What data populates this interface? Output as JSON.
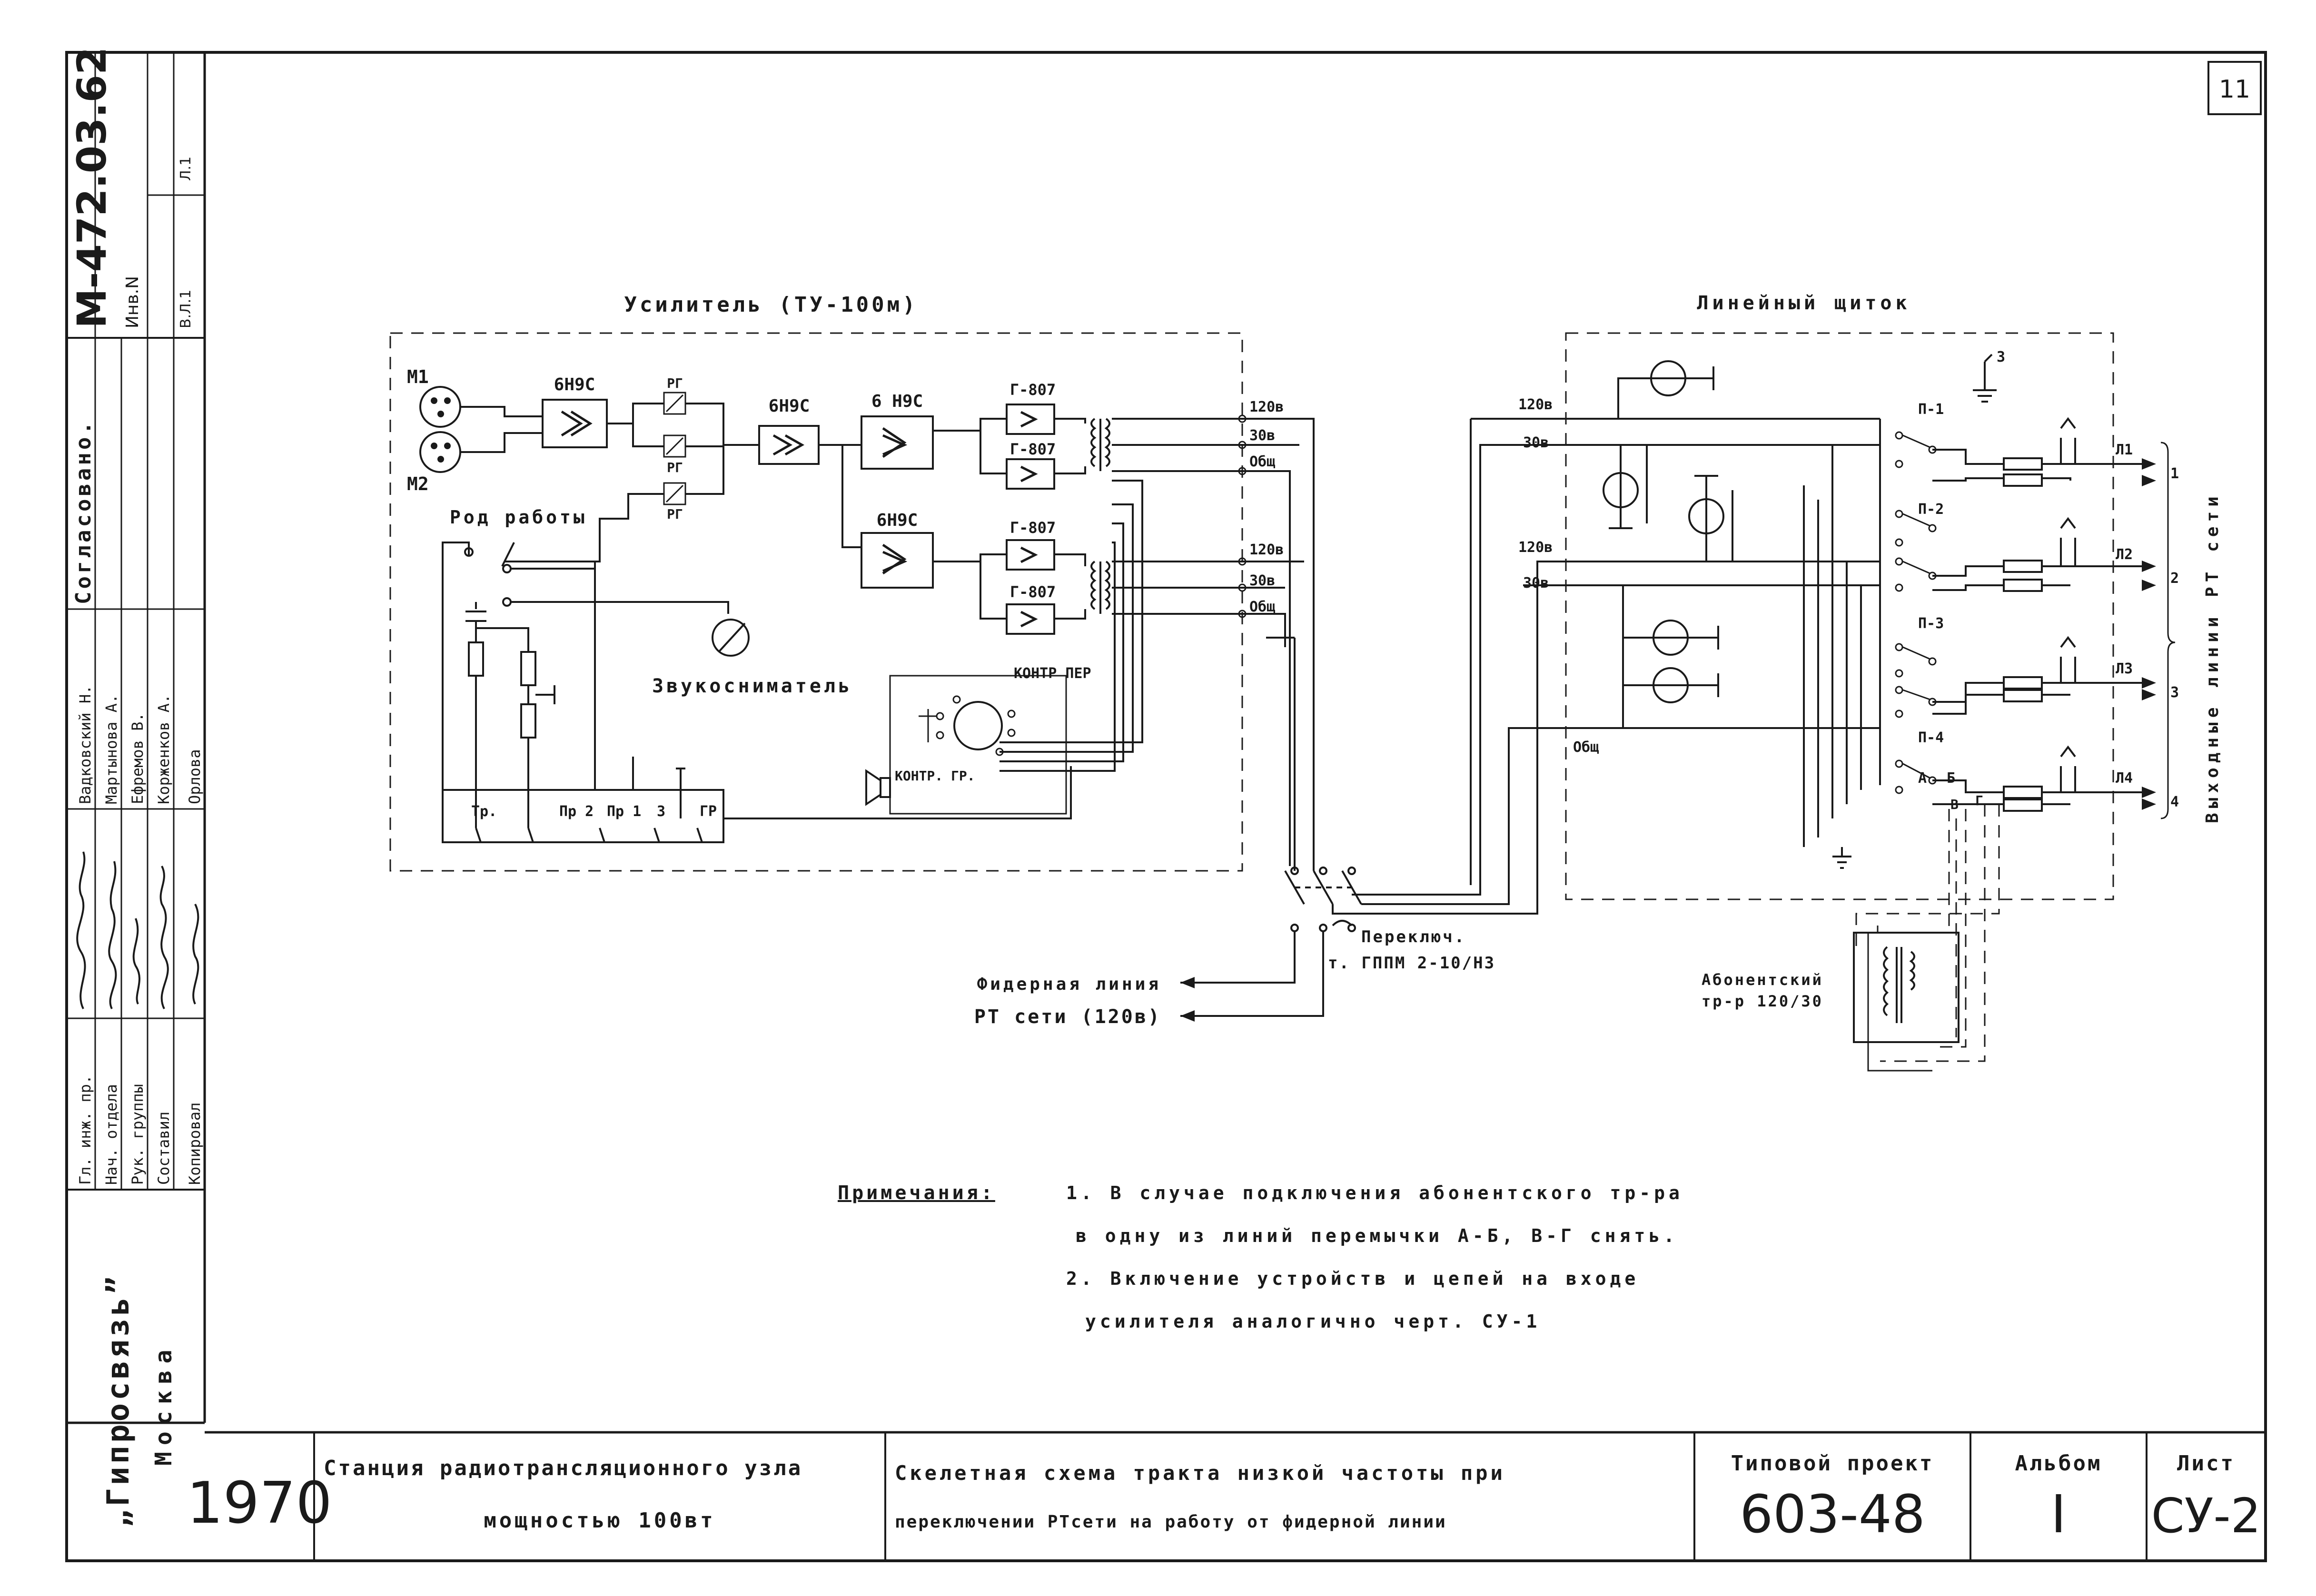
{
  "page_number": "11",
  "side_stamp": {
    "drawing_code": "М-472.03.62",
    "inv_label": "Инв.N",
    "sheet_b": "В.Л.1",
    "sheet_l": "Л.1",
    "approved_label": "Согласовано.",
    "roles": [
      "Гл. инж. пр.",
      "Нач. отдела",
      "Рук. группы",
      "Составил",
      "Копировал"
    ],
    "names": [
      "Вадковский Н.",
      "Мартынова А.",
      "Ефремов В.",
      "Корженков А.",
      "Орлова"
    ],
    "org": "„Гипросвязь”",
    "city": "Москва"
  },
  "title_block": {
    "year": "1970",
    "station_line1": "Станция радиотрансляционного узла",
    "station_line2": "мощностью 100вт",
    "title_line1": "Скелетная схема тракта низкой частоты при",
    "title_line2": "переключении РТсети на работу от фидерной линии",
    "project_label": "Типовой проект",
    "project_number": "603-48",
    "album_label": "Альбом",
    "album_number": "I",
    "sheet_label": "Лист",
    "sheet_number": "СУ-2"
  },
  "amplifier": {
    "title": "Усилитель (ТУ-100м)",
    "mic1": "М1",
    "mic2": "М2",
    "preamp1": "6Н9С",
    "preamp2": "6Н9С",
    "stage2": "6 Н9С",
    "stage3": "6Н9С",
    "rg1": "РГ",
    "rg2": "РГ",
    "rg3": "РГ",
    "g807": [
      "Г-807",
      "Г-807",
      "Г-807",
      "Г-807"
    ],
    "mode_label": "Род работы",
    "pickup": "Звукосниматель",
    "control_per": "КОНТР ПЕР",
    "control_gr": "КОНТР. ГР.",
    "tap_120a": "120в",
    "tap_30a": "30в",
    "tap_common_a": "Общ",
    "tap_120b": "120в",
    "tap_30b": "30в",
    "tap_common_b": "Общ",
    "switch_positions": [
      "Тр.",
      "Пр 2",
      "Пр 1",
      "З",
      "ГР"
    ]
  },
  "line_panel": {
    "title": "Линейный щиток",
    "in_120a": "120в",
    "in_30a": "30в",
    "in_120b": "120в",
    "in_30b": "30в",
    "in_common": "Общ",
    "ground": "З",
    "switches": [
      "П-1",
      "П-2",
      "П-3",
      "П-4"
    ],
    "jumpers": [
      "А",
      "Б",
      "В",
      "Г"
    ],
    "lines": [
      "Л1",
      "Л2",
      "Л3",
      "Л4"
    ],
    "line_numbers": [
      "1",
      "2",
      "3",
      "4"
    ],
    "outputs_label": "Выходные линии РТ сети"
  },
  "switch_block": {
    "label_line1": "Переключ.",
    "label_line2": "т. ГППМ 2-10/НЗ"
  },
  "feeder": {
    "line1": "Фидерная линия",
    "line2": "РТ сети (120в)"
  },
  "subscriber_tr": {
    "line1": "Абонентский",
    "line2": "тр-р 120/30"
  },
  "notes": {
    "heading": "Примечания:",
    "items": [
      "1. В случае подключения абонентского тр-ра",
      "в одну из линий перемычки А-Б, В-Г снять.",
      "2. Включение устройств и цепей на входе",
      "усилителя аналогично черт. СУ-1"
    ]
  }
}
